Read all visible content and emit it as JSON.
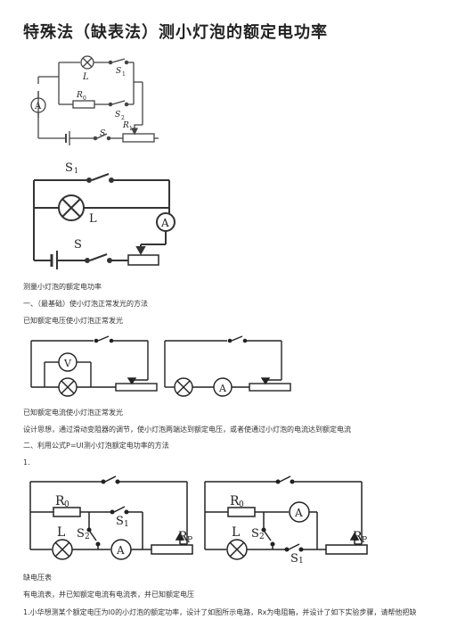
{
  "title": "特殊法（缺表法）测小灯泡的额定电功率",
  "fig1": {
    "ammeter": "A",
    "lamp": "L",
    "s1": "S",
    "s1_sub": "1",
    "r0": "R",
    "r0_sub": "0",
    "s2": "S",
    "s2_sub": "2",
    "r1": "R",
    "r1_sub": "1",
    "s": "S"
  },
  "fig2": {
    "s1": "S",
    "s1_sub": "1",
    "lamp": "L",
    "ammeter": "A",
    "s": "S"
  },
  "paragraphs": {
    "p1": "测量小灯泡的额定电功率",
    "p2": "一、（最基础）使小灯泡正常发光的方法",
    "p3": "已知额定电压使小灯泡正常发光",
    "p4": "已知额定电流使小灯泡正常发光",
    "p5": "设计思想，通过滑动变阻器的调节，使小灯泡两端达到额定电压，或者使通过小灯泡的电流达到额定电流",
    "p6": "二、利用公式P=UI测小灯泡额定电功率的方法",
    "p7": "1.",
    "p8": "缺电压表",
    "p9": "有电流表，并已知额定电流有电流表，并已知额定电压",
    "p10": "1.小华想测某个额定电压为I0的小灯泡的额定功率，设计了如图所示电路，Rx为电阻箱，并设计了如下实验步骤，请帮他把缺"
  },
  "fig3": {
    "voltmeter": "V"
  },
  "fig4": {
    "ammeter": "A"
  },
  "fig5": {
    "r0": "R",
    "r0_sub": "0",
    "s1": "S",
    "s1_sub": "1",
    "lamp": "L",
    "s2": "S",
    "s2_sub": "2",
    "ammeter": "A",
    "rp": "R",
    "rp_sub": "P"
  },
  "fig6": {
    "r0": "R",
    "r0_sub": "0",
    "ammeter": "A",
    "lamp": "L",
    "s2": "S",
    "s2_sub": "2",
    "s1": "S",
    "s1_sub": "1",
    "rp": "R",
    "rp_sub": "P"
  }
}
